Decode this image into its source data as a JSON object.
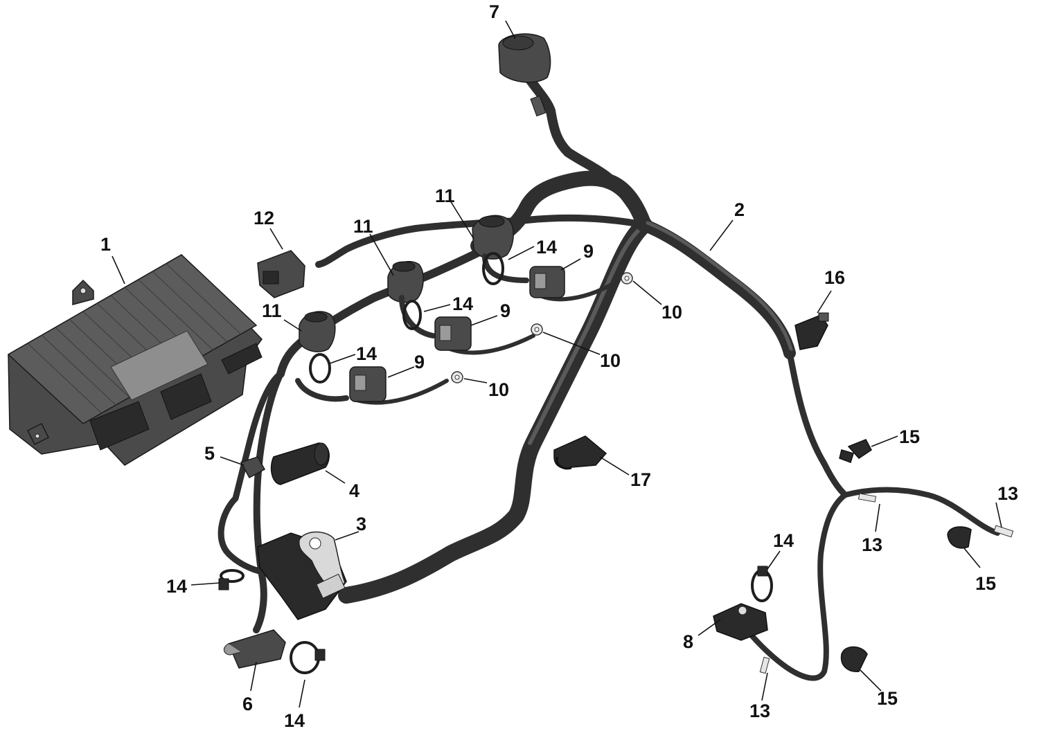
{
  "diagram": {
    "callouts": {
      "ecm": "1",
      "main_harness": "2",
      "ignition_coil_bracket": "3",
      "sensor_4": "4",
      "sensor_5": "5",
      "connector_6": "6",
      "main_connector_7": "7",
      "connector_8": "8",
      "injector_connector": "9",
      "ground_ring": "10",
      "coil_connector": "11",
      "sensor_12": "12",
      "wire_tag": "13",
      "tie_strap": "14",
      "clip": "15",
      "connector_16": "16",
      "clip_17": "17"
    }
  }
}
